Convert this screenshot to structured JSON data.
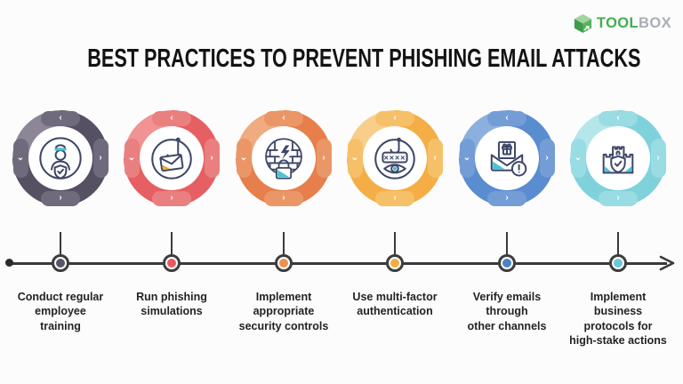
{
  "logo": {
    "text_bold": "TOOL",
    "text_light": "BOX",
    "brand_green": "#43ad52",
    "icon": "toolbox-cube-icon"
  },
  "title": "BEST PRACTICES TO PREVENT PHISHING EMAIL ATTACKS",
  "chevrons": {
    "top": "‹",
    "right": "›",
    "bottom": "›",
    "left": "⌄"
  },
  "timeline": {
    "line_color": "#3a3a3a",
    "start_marker": "dot",
    "end_marker": "arrow-right"
  },
  "steps": [
    {
      "label": "Conduct regular\nemployee\ntraining",
      "icon": "security-guard-icon",
      "colors": {
        "ring": "#565063",
        "ring_light": "#8c8697",
        "pill": "#6f6a7c",
        "node": "#59536a"
      }
    },
    {
      "label": "Run phishing\nsimulations",
      "icon": "phishing-email-icon",
      "colors": {
        "ring": "#e55f63",
        "ring_light": "#f09392",
        "pill": "#ea7f80",
        "node": "#e95a60"
      }
    },
    {
      "label": "Implement\nappropriate\nsecurity controls",
      "icon": "firewall-lock-icon",
      "colors": {
        "ring": "#e67f4c",
        "ring_light": "#f0ab80",
        "pill": "#eb9666",
        "node": "#f0914c"
      }
    },
    {
      "label": "Use multi-factor\nauthentication",
      "icon": "password-eye-icon",
      "colors": {
        "ring": "#f4ae45",
        "ring_light": "#f8cf8a",
        "pill": "#f6c069",
        "node": "#f2ad42"
      }
    },
    {
      "label": "Verify emails\nthrough\nother channels",
      "icon": "mail-alert-icon",
      "colors": {
        "ring": "#5a8cd0",
        "ring_light": "#8cb0de",
        "pill": "#749dd6",
        "node": "#4c81c5"
      }
    },
    {
      "label": "Implement\nbusiness\nprotocols for\nhigh-stake actions",
      "icon": "castle-shield-icon",
      "colors": {
        "ring": "#7fd2db",
        "ring_light": "#b4e6ea",
        "pill": "#99dce3",
        "node": "#69c8d9"
      }
    }
  ]
}
